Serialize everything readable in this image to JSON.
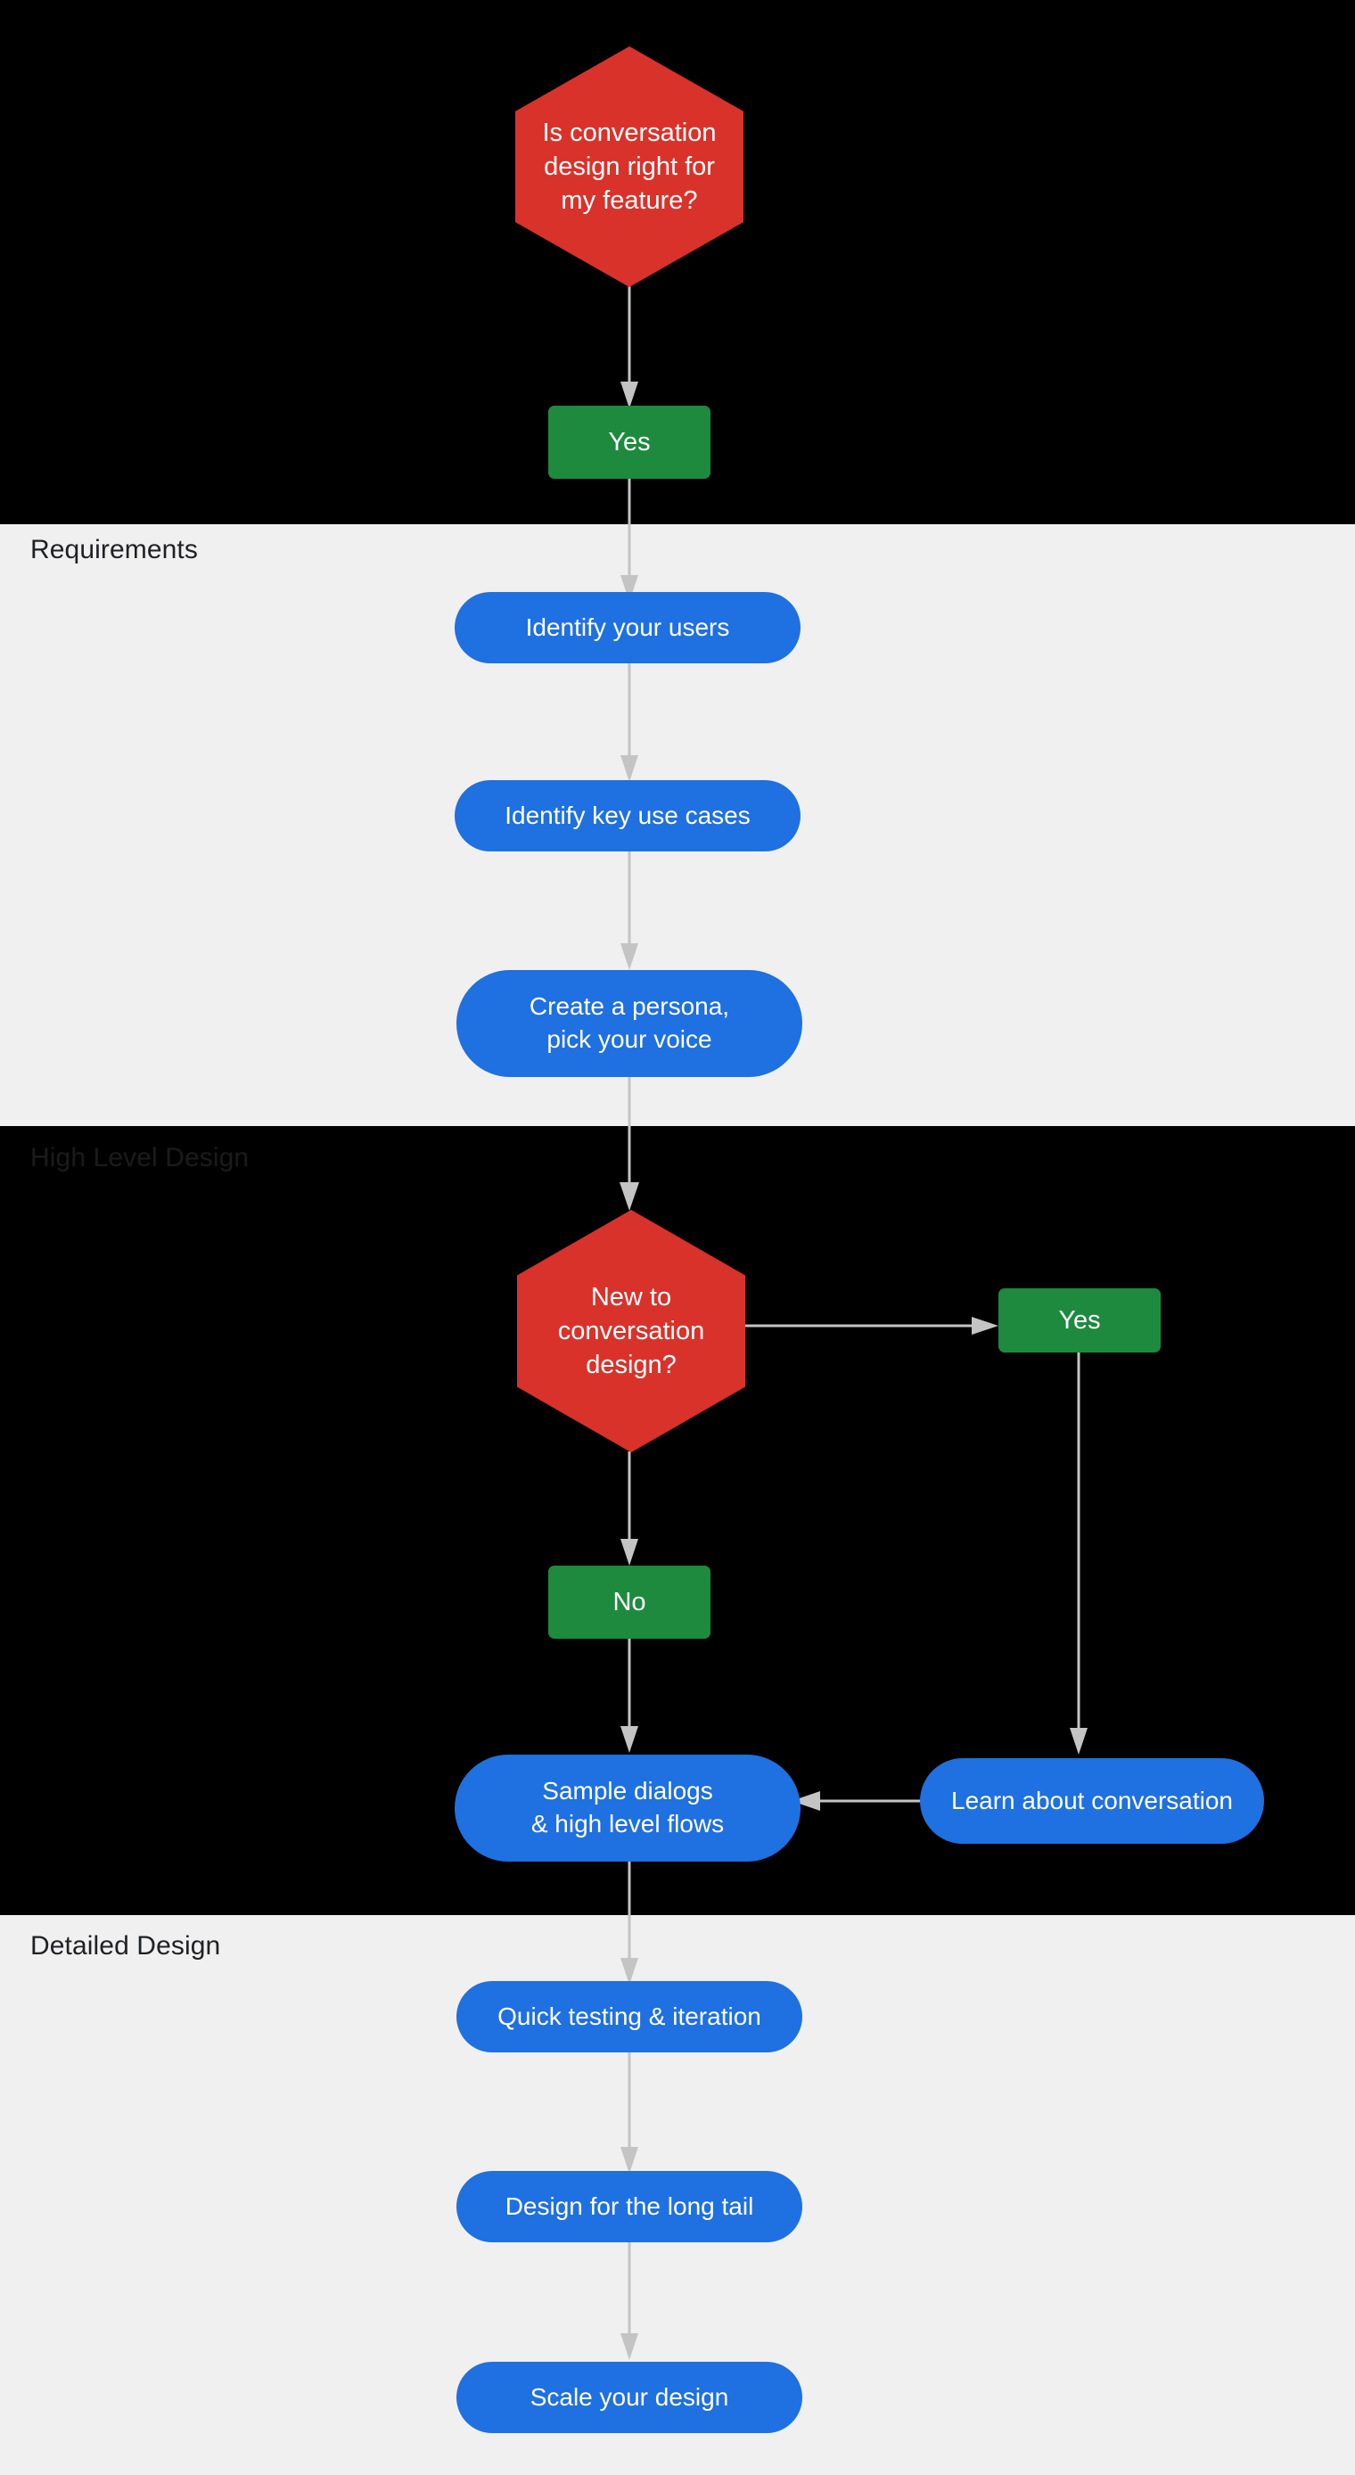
{
  "chart_data": {
    "type": "diagram",
    "diagram_kind": "flowchart",
    "title": "Is conversation design right for my feature?",
    "orientation": "top-to-bottom",
    "sections": [
      {
        "id": "intro",
        "label": "",
        "theme": "dark"
      },
      {
        "id": "requirements",
        "label": "Requirements",
        "theme": "light"
      },
      {
        "id": "high-level",
        "label": "High Level Design",
        "theme": "dark"
      },
      {
        "id": "detailed",
        "label": "Detailed Design",
        "theme": "light"
      }
    ],
    "nodes": [
      {
        "id": "q1",
        "label": "Is conversation\ndesign right for\nmy feature?",
        "shape": "hexagon",
        "color": "#d9322a",
        "section": "intro"
      },
      {
        "id": "yes1",
        "label": "Yes",
        "shape": "rect",
        "color": "#1e8a3e",
        "section": "intro"
      },
      {
        "id": "users",
        "label": "Identify your users",
        "shape": "pill",
        "color": "#1f70e0",
        "section": "requirements"
      },
      {
        "id": "usecase",
        "label": "Identify key use cases",
        "shape": "pill",
        "color": "#1f70e0",
        "section": "requirements"
      },
      {
        "id": "persona",
        "label": "Create a persona,\npick your voice",
        "shape": "pill",
        "color": "#1f70e0",
        "section": "requirements"
      },
      {
        "id": "q2",
        "label": "New to\nconversation\ndesign?",
        "shape": "hexagon",
        "color": "#d9322a",
        "section": "high-level"
      },
      {
        "id": "yes2",
        "label": "Yes",
        "shape": "rect",
        "color": "#1e8a3e",
        "section": "high-level"
      },
      {
        "id": "no2",
        "label": "No",
        "shape": "rect",
        "color": "#1e8a3e",
        "section": "high-level"
      },
      {
        "id": "learn",
        "label": "Learn about conversation",
        "shape": "pill",
        "color": "#1f70e0",
        "section": "high-level"
      },
      {
        "id": "sample",
        "label": "Sample dialogs\n& high level flows",
        "shape": "pill",
        "color": "#1f70e0",
        "section": "high-level"
      },
      {
        "id": "testing",
        "label": "Quick testing & iteration",
        "shape": "pill",
        "color": "#1f70e0",
        "section": "detailed"
      },
      {
        "id": "longtail",
        "label": "Design for the long tail",
        "shape": "pill",
        "color": "#1f70e0",
        "section": "detailed"
      },
      {
        "id": "scale",
        "label": "Scale your design",
        "shape": "pill",
        "color": "#1f70e0",
        "section": "detailed"
      }
    ],
    "edges": [
      {
        "from": "q1",
        "to": "yes1",
        "direction": "down"
      },
      {
        "from": "yes1",
        "to": "users",
        "direction": "down"
      },
      {
        "from": "users",
        "to": "usecase",
        "direction": "down"
      },
      {
        "from": "usecase",
        "to": "persona",
        "direction": "down"
      },
      {
        "from": "persona",
        "to": "q2",
        "direction": "down"
      },
      {
        "from": "q2",
        "to": "yes2",
        "direction": "right"
      },
      {
        "from": "q2",
        "to": "no2",
        "direction": "down"
      },
      {
        "from": "yes2",
        "to": "learn",
        "direction": "down"
      },
      {
        "from": "no2",
        "to": "sample",
        "direction": "down"
      },
      {
        "from": "learn",
        "to": "sample",
        "direction": "left"
      },
      {
        "from": "sample",
        "to": "testing",
        "direction": "down"
      },
      {
        "from": "testing",
        "to": "longtail",
        "direction": "down"
      },
      {
        "from": "longtail",
        "to": "scale",
        "direction": "down"
      }
    ],
    "colors": {
      "decision": "#d9322a",
      "answer": "#1e8a3e",
      "step": "#1f70e0",
      "connector": "#c4c4c4",
      "band_dark": "#000000",
      "band_light": "#f0f0f0",
      "section_title": "#202124",
      "node_text": "#ffffff"
    }
  },
  "sections": {
    "requirements_title": "Requirements",
    "high_level_title": "High Level Design",
    "detailed_title": "Detailed Design"
  },
  "nodes": {
    "q1_label": "Is conversation\ndesign right for\nmy feature?",
    "yes1_label": "Yes",
    "users_label": "Identify your users",
    "usecase_label": "Identify key use cases",
    "persona_label": "Create a persona,\npick your voice",
    "q2_label": "New to\nconversation\ndesign?",
    "yes2_label": "Yes",
    "no2_label": "No",
    "learn_label": "Learn about conversation",
    "sample_label": "Sample dialogs\n& high level flows",
    "testing_label": "Quick testing & iteration",
    "longtail_label": "Design for the long tail",
    "scale_label": "Scale your design"
  }
}
